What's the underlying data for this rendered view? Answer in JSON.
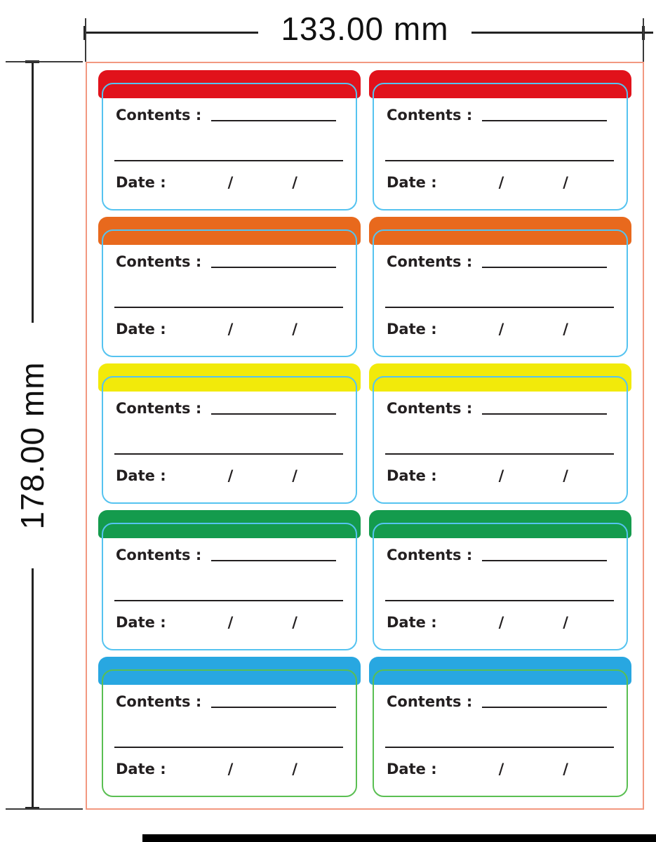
{
  "dimensions": {
    "width_label": "133.00 mm",
    "height_label": "178.00 mm"
  },
  "label_text": {
    "contents": "Contents :",
    "date": "Date :",
    "slash": "/"
  },
  "colors": {
    "sheet_outline": "#f29880",
    "dimension_line": "#232323",
    "label_text": "#231f20",
    "outline_blue": "#55c3f0",
    "outline_green": "#5abf52"
  },
  "rows": [
    {
      "name": "red",
      "header_color": "#e1121b",
      "outline_color": "#55c3f0"
    },
    {
      "name": "orange",
      "header_color": "#e8691d",
      "outline_color": "#55c3f0"
    },
    {
      "name": "yellow",
      "header_color": "#f2ea0a",
      "outline_color": "#55c3f0"
    },
    {
      "name": "green",
      "header_color": "#149b4d",
      "outline_color": "#55c3f0"
    },
    {
      "name": "blue",
      "header_color": "#28a7e1",
      "outline_color": "#5abf52"
    }
  ]
}
